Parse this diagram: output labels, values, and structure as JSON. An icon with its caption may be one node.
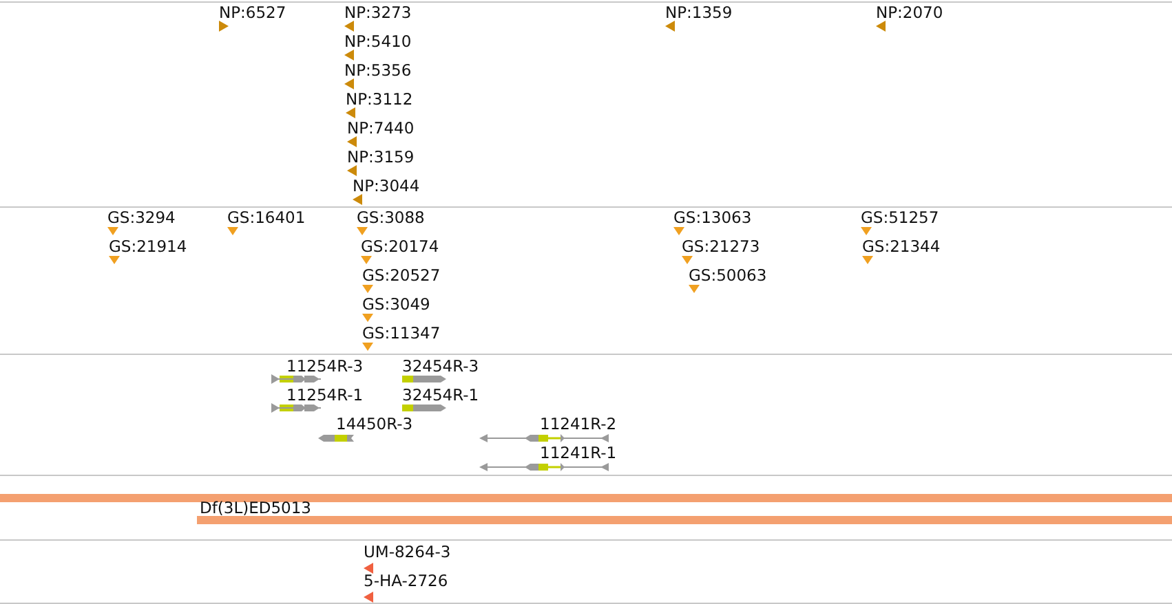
{
  "diagram": {
    "labels": [
      "NP:6527",
      "NP:3273",
      "NP:1359",
      "NP:2070",
      "NP:5410",
      "NP:5356",
      "NP:3112",
      "NP:7440",
      "NP:3159",
      "NP:3044",
      "GS:3294",
      "GS:16401",
      "GS:3088",
      "GS:13063",
      "GS:51257",
      "GS:21914",
      "GS:20174",
      "GS:21273",
      "GS:21344",
      "GS:20527",
      "GS:50063",
      "GS:3049",
      "GS:11347",
      "11254R-3",
      "32454R-3",
      "11254R-1",
      "32454R-1",
      "14450R-3",
      "11241R-2",
      "11241R-1",
      "Df(3L)ED5013",
      "UM-8264-3",
      "5-HA-2726"
    ]
  }
}
